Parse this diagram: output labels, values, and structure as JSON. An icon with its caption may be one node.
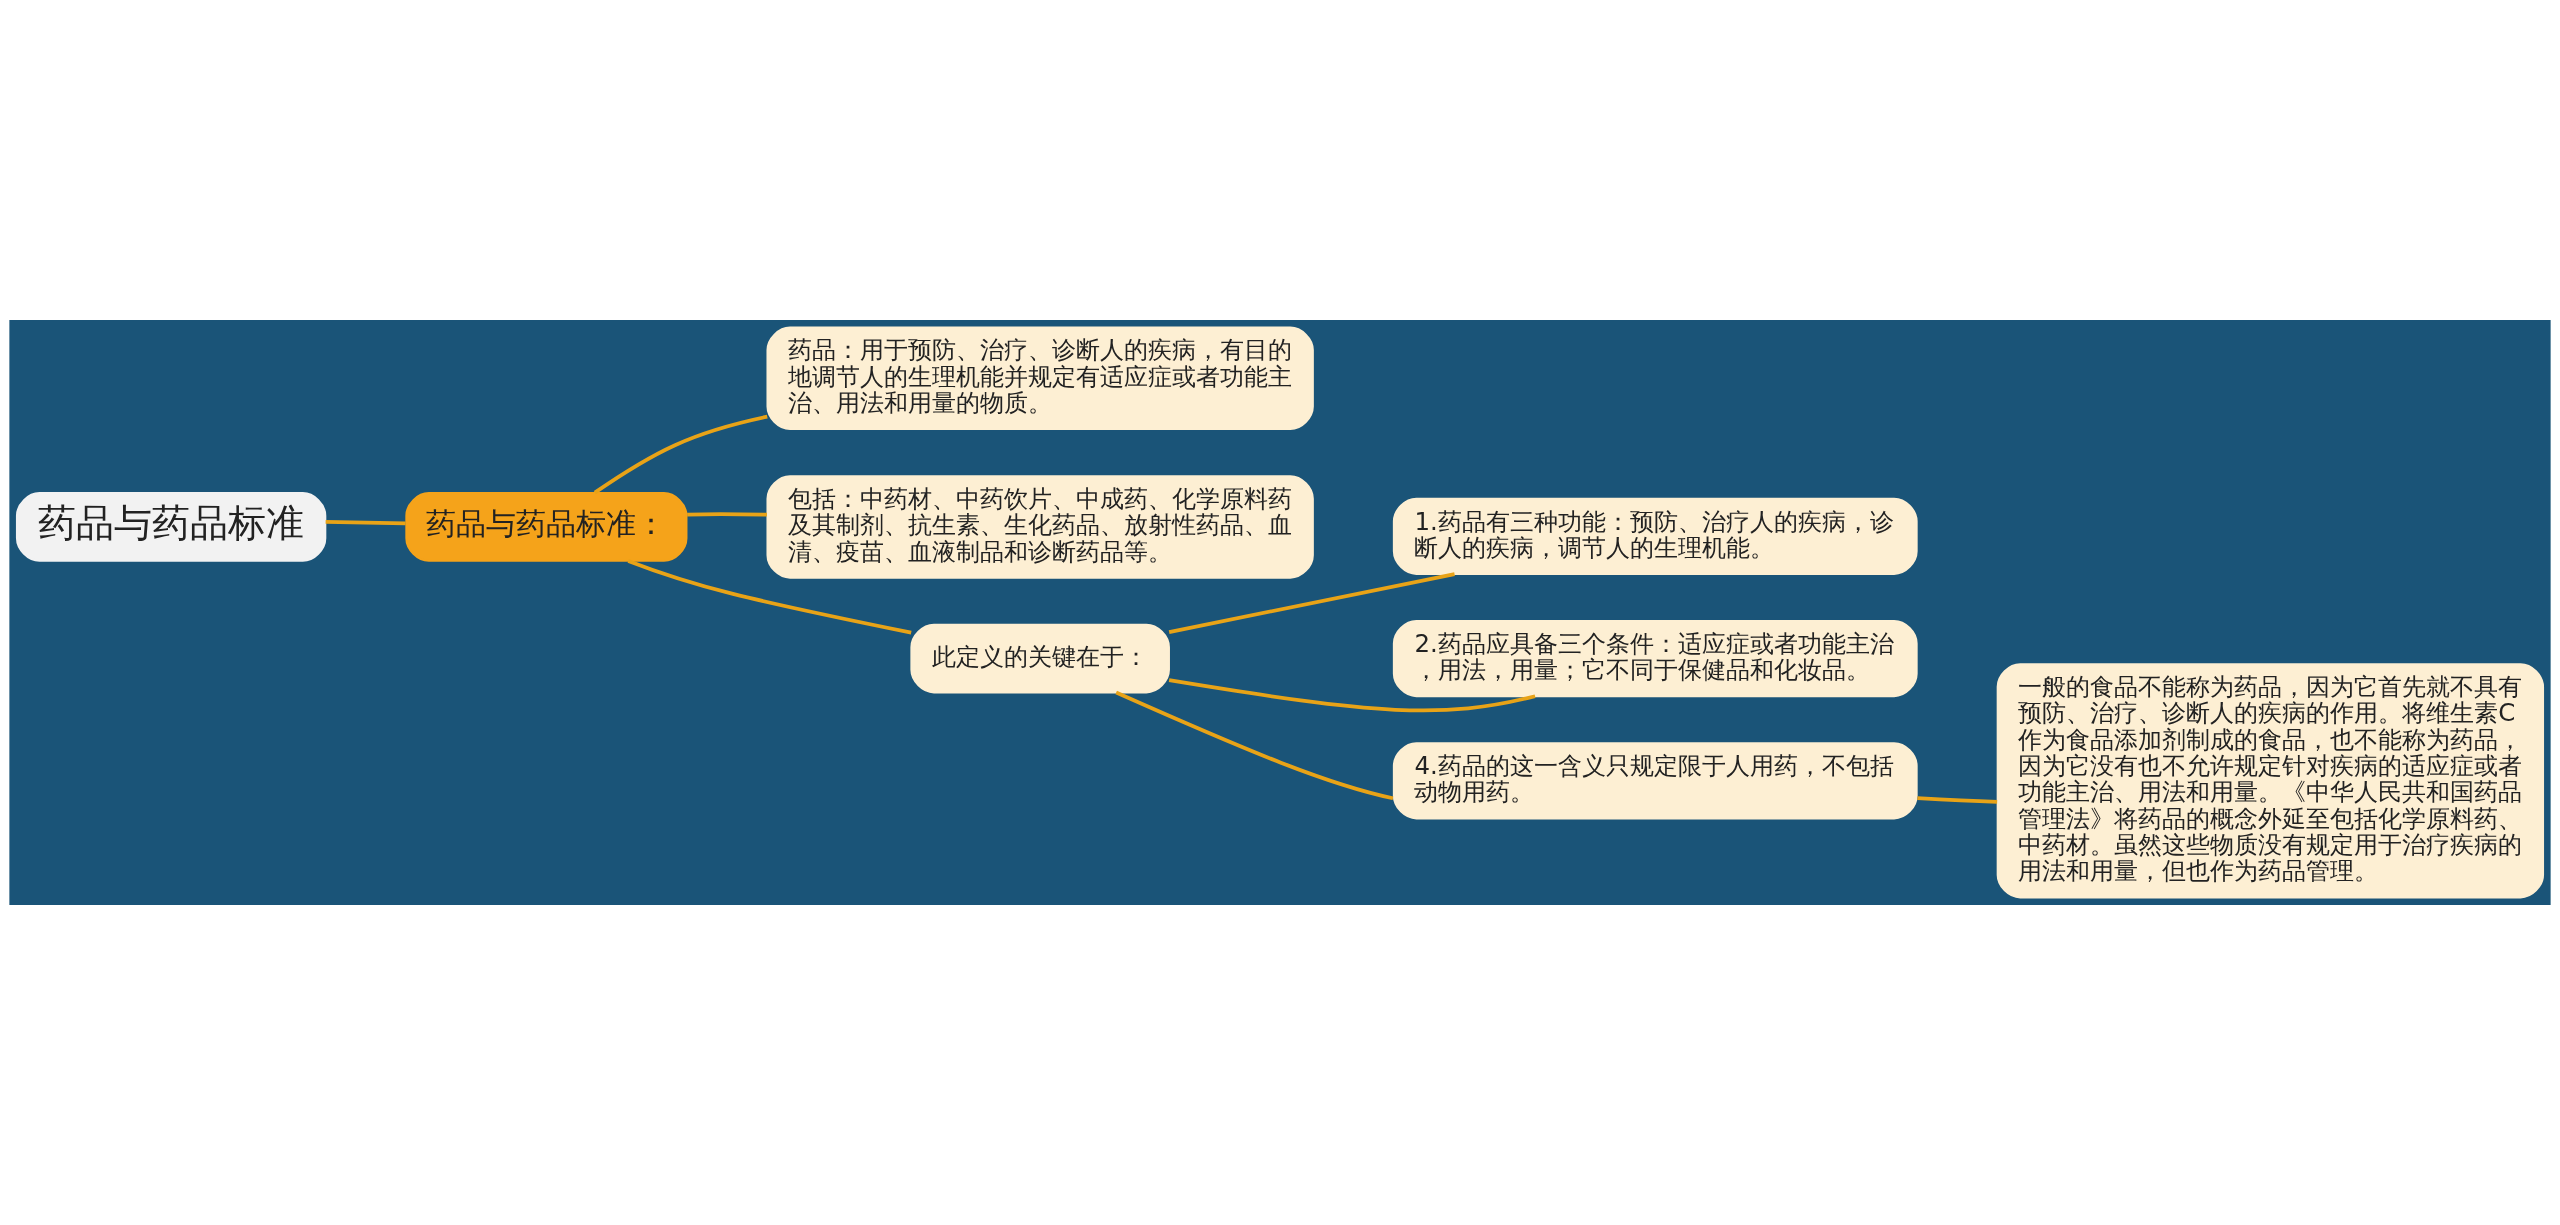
{
  "diagram": {
    "nodes": [
      {
        "text": [
          "药品与药品标准"
        ]
      },
      {
        "text": [
          "药品与药品标准："
        ]
      },
      {
        "text": [
          "药品：用于预防、治疗、诊断人的疾病，有目的地调节人的生理机能并规定有适应症或者功能主治、用法和用量的物质。"
        ]
      },
      {
        "text": [
          "包括：中药材、中药饮片、中成药、化学原料药及其制剂、抗生素、生化药品、放射性药品、血清、疫苗、血液制品和诊断药品等。"
        ]
      },
      {
        "text": [
          "此定义的关键在于："
        ]
      },
      {
        "text": [
          "1.药品有三种功能：预防、治疗人的疾病，诊断人的疾病，调节人的生理机能。"
        ]
      },
      {
        "text": [
          "2.药品应具备三个条件：适应症或者功能主治，用法，用量；它不同于保健品和化妆品。"
        ]
      },
      {
        "text": [
          "4.药品的这一含义只规定限于人用药，不包括动物用药。"
        ]
      },
      {
        "text": [
          "一般的食品不能称为药品，因为它首先就不具有预防、治疗、诊断人的疾病的作用。将维生素C作为食品添加剂制成的食品，也不能称为药品，因为它没有也不允许规定针对疾病的适应症或者功能主治、用法和用量。《中华人民共和国药品管理法》将药品的概念外延至包括化学原料药、中药材。虽然这些物质没有规定用于治疗疾病的用法和用量，但也作为药品管理。"
        ]
      }
    ],
    "edges": [
      {
        "from": 0,
        "to": 1,
        "arrow": "none"
      },
      {
        "from": 1,
        "to": 2,
        "arrow": "none"
      },
      {
        "from": 1,
        "to": 3,
        "arrow": "none"
      },
      {
        "from": 1,
        "to": 4,
        "arrow": "none"
      },
      {
        "from": 4,
        "to": 5,
        "arrow": "none"
      },
      {
        "from": 4,
        "to": 6,
        "arrow": "none"
      },
      {
        "from": 4,
        "to": 7,
        "arrow": "none"
      },
      {
        "from": 7,
        "to": 8,
        "arrow": "none"
      }
    ]
  }
}
